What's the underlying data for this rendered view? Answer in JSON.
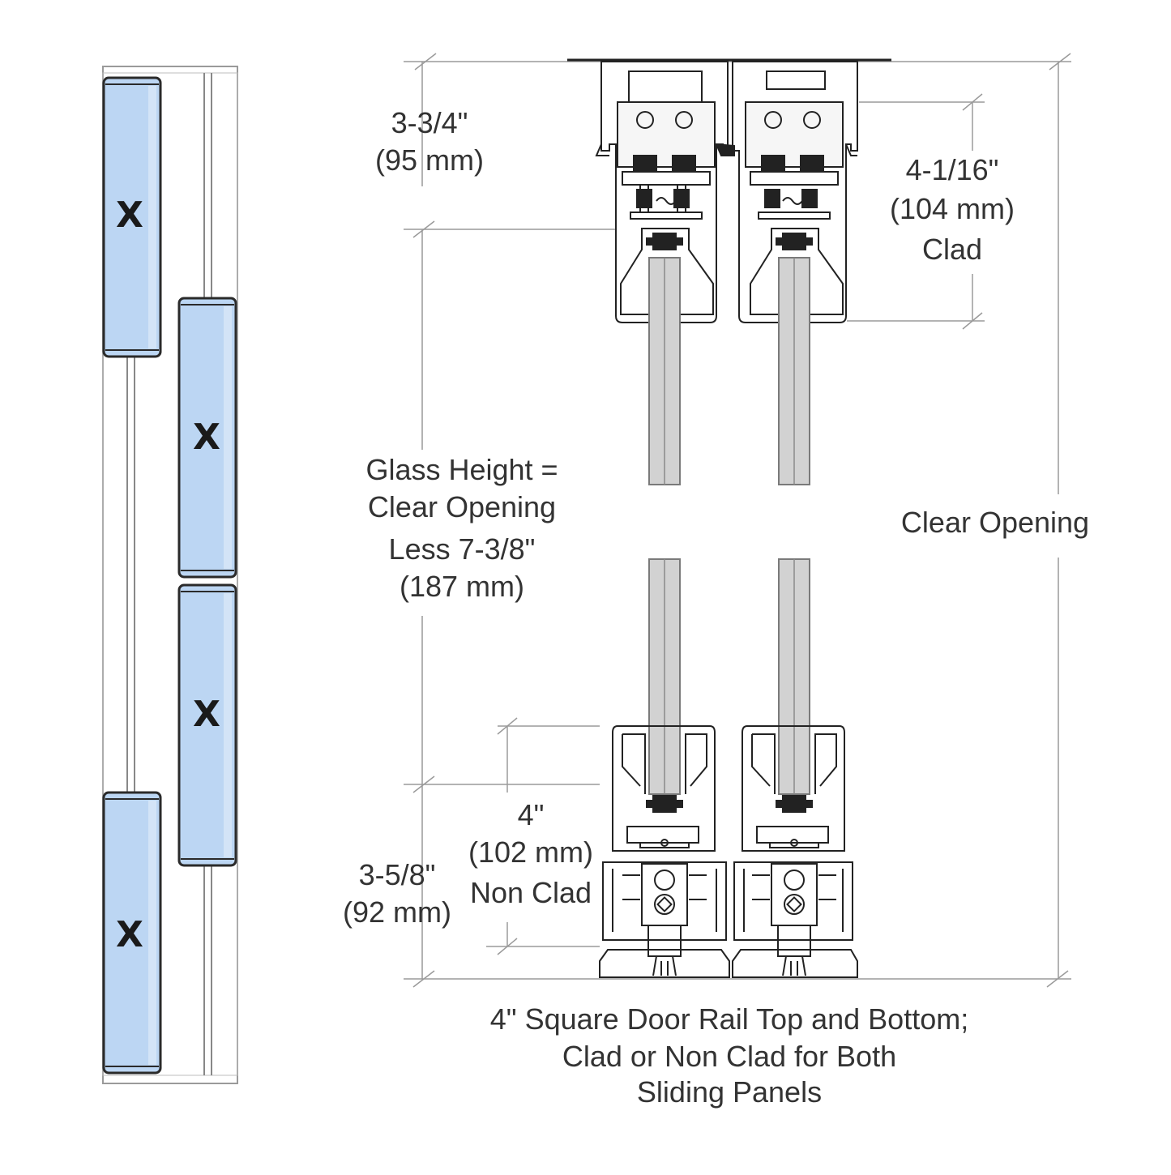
{
  "colors": {
    "glass_fill": "#bcd6f3",
    "glass_edge": "#2a2a2a",
    "line": "#9a9a9a",
    "dark": "#222222",
    "text": "#333333",
    "glass_rod": "#c8c8c8"
  },
  "plan_view": {
    "panel_marks": [
      "X",
      "X",
      "X",
      "X"
    ]
  },
  "dimensions": {
    "top_rail": {
      "imperial": "3-3/4\"",
      "metric": "(95 mm)"
    },
    "clad_rail": {
      "imperial": "4-1/16\"",
      "metric": "(104 mm)",
      "note": "Clad"
    },
    "glass_height": {
      "line1": "Glass Height =",
      "line2": "Clear Opening",
      "line3": "Less 7-3/8\"",
      "metric": "(187 mm)"
    },
    "clear_opening": {
      "label": "Clear Opening"
    },
    "non_clad_rail": {
      "imperial": "4\"",
      "metric": "(102 mm)",
      "note": "Non Clad"
    },
    "bottom_rail": {
      "imperial": "3-5/8\"",
      "metric": "(92 mm)"
    }
  },
  "caption": {
    "line1": "4\" Square Door Rail Top and Bottom;",
    "line2": "Clad or Non Clad for Both",
    "line3": "Sliding Panels"
  }
}
